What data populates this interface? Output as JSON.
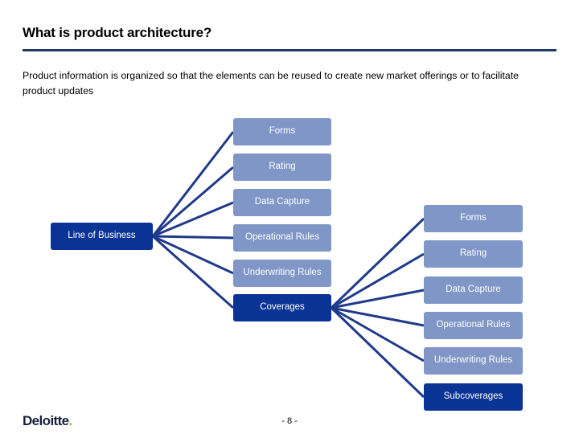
{
  "slide": {
    "title": "What is product architecture?",
    "body": "Product information is organized so that the elements can be reused to create new market offerings or to facilitate product updates",
    "rule_color": "#1f3864",
    "background": "#ffffff"
  },
  "diagram": {
    "colors": {
      "node_light": "#7f96c7",
      "node_dark": "#0a3396",
      "connector": "#1f3a8a",
      "node_text": "#ffffff"
    },
    "root": {
      "label": "Line of Business",
      "style": "dark"
    },
    "middle_column": [
      {
        "label": "Forms",
        "style": "light"
      },
      {
        "label": "Rating",
        "style": "light"
      },
      {
        "label": "Data Capture",
        "style": "light"
      },
      {
        "label": "Operational Rules",
        "style": "light"
      },
      {
        "label": "Underwriting Rules",
        "style": "light"
      },
      {
        "label": "Coverages",
        "style": "dark"
      }
    ],
    "right_column": [
      {
        "label": "Forms",
        "style": "light"
      },
      {
        "label": "Rating",
        "style": "light"
      },
      {
        "label": "Data Capture",
        "style": "light"
      },
      {
        "label": "Operational Rules",
        "style": "light"
      },
      {
        "label": "Underwriting Rules",
        "style": "light"
      },
      {
        "label": "Subcoverages",
        "style": "dark"
      }
    ]
  },
  "footer": {
    "logo_text": "Deloitte",
    "logo_dot": ".",
    "page_number": "- 8 -"
  }
}
